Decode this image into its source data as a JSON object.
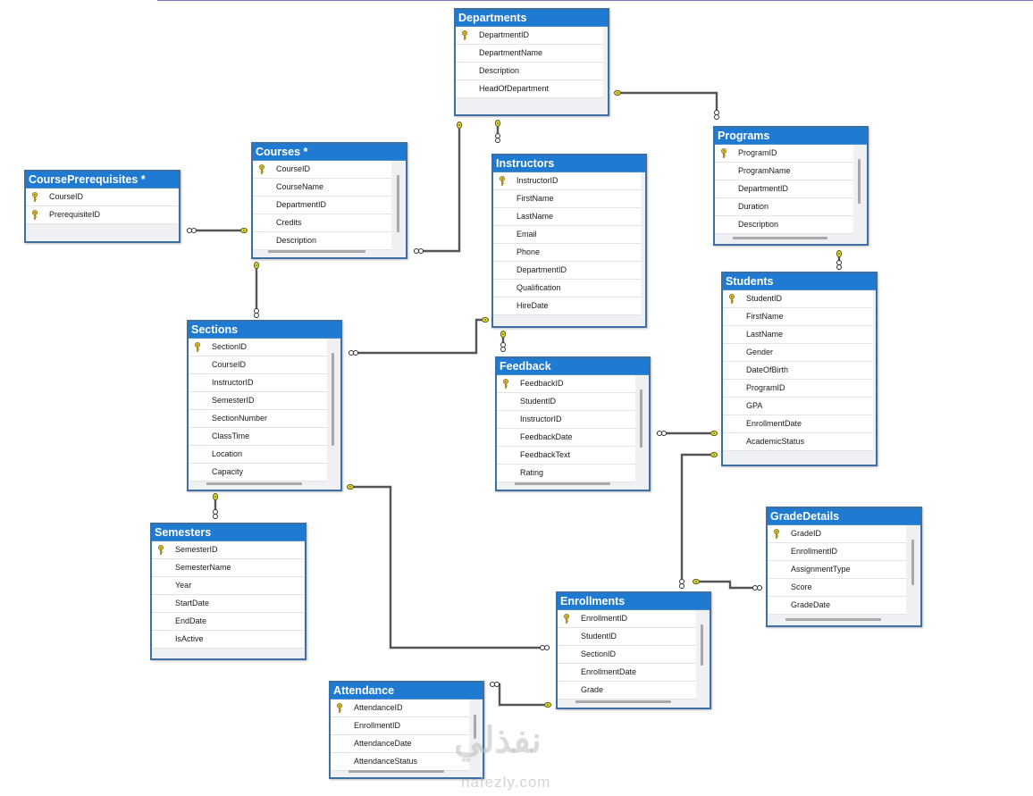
{
  "tables": [
    {
      "id": "departments",
      "title": "Departments",
      "key_columns": 1,
      "columns": [
        "DepartmentID",
        "DepartmentName",
        "Description",
        "HeadOfDepartment"
      ]
    },
    {
      "id": "courses",
      "title": "Courses *",
      "key_columns": 1,
      "columns": [
        "CourseID",
        "CourseName",
        "DepartmentID",
        "Credits",
        "Description"
      ]
    },
    {
      "id": "course-prerequisites",
      "title": "CoursePrerequisites *",
      "key_columns": 2,
      "columns": [
        "CourseID",
        "PrerequisiteID"
      ]
    },
    {
      "id": "instructors",
      "title": "Instructors",
      "key_columns": 1,
      "columns": [
        "InstructorID",
        "FirstName",
        "LastName",
        "Email",
        "Phone",
        "DepartmentID",
        "Qualification",
        "HireDate"
      ]
    },
    {
      "id": "programs",
      "title": "Programs",
      "key_columns": 1,
      "columns": [
        "ProgramID",
        "ProgramName",
        "DepartmentID",
        "Duration",
        "Description"
      ]
    },
    {
      "id": "students",
      "title": "Students",
      "key_columns": 1,
      "columns": [
        "StudentID",
        "FirstName",
        "LastName",
        "Gender",
        "DateOfBirth",
        "ProgramID",
        "GPA",
        "EnrollmentDate",
        "AcademicStatus"
      ]
    },
    {
      "id": "sections",
      "title": "Sections",
      "key_columns": 1,
      "columns": [
        "SectionID",
        "CourseID",
        "InstructorID",
        "SemesterID",
        "SectionNumber",
        "ClassTime",
        "Location",
        "Capacity"
      ]
    },
    {
      "id": "feedback",
      "title": "Feedback",
      "key_columns": 1,
      "columns": [
        "FeedbackID",
        "StudentID",
        "InstructorID",
        "FeedbackDate",
        "FeedbackText",
        "Rating"
      ]
    },
    {
      "id": "semesters",
      "title": "Semesters",
      "key_columns": 1,
      "columns": [
        "SemesterID",
        "SemesterName",
        "Year",
        "StartDate",
        "EndDate",
        "IsActive"
      ]
    },
    {
      "id": "grade-details",
      "title": "GradeDetails",
      "key_columns": 1,
      "columns": [
        "GradeID",
        "EnrollmentID",
        "AssignmentType",
        "Score",
        "GradeDate"
      ]
    },
    {
      "id": "enrollments",
      "title": "Enrollments",
      "key_columns": 1,
      "columns": [
        "EnrollmentID",
        "StudentID",
        "SectionID",
        "EnrollmentDate",
        "Grade"
      ]
    },
    {
      "id": "attendance",
      "title": "Attendance",
      "key_columns": 1,
      "columns": [
        "AttendanceID",
        "EnrollmentID",
        "AttendanceDate",
        "AttendanceStatus"
      ]
    }
  ],
  "relationships": [
    {
      "from": "courses",
      "to": "departments"
    },
    {
      "from": "course-prerequisites",
      "to": "courses"
    },
    {
      "from": "instructors",
      "to": "departments"
    },
    {
      "from": "programs",
      "to": "departments"
    },
    {
      "from": "students",
      "to": "programs"
    },
    {
      "from": "sections",
      "to": "courses"
    },
    {
      "from": "sections",
      "to": "instructors"
    },
    {
      "from": "feedback",
      "to": "instructors"
    },
    {
      "from": "feedback",
      "to": "students"
    },
    {
      "from": "sections",
      "to": "semesters"
    },
    {
      "from": "enrollments",
      "to": "sections"
    },
    {
      "from": "enrollments",
      "to": "students"
    },
    {
      "from": "grade-details",
      "to": "enrollments"
    },
    {
      "from": "attendance",
      "to": "enrollments"
    }
  ],
  "watermark": {
    "arabic": "نفذلي",
    "latin": "nafezly.com"
  },
  "colors": {
    "header": "#1f7ad1",
    "border": "#3d6fa3",
    "connector": "#555555",
    "key": "#e2c13a"
  }
}
